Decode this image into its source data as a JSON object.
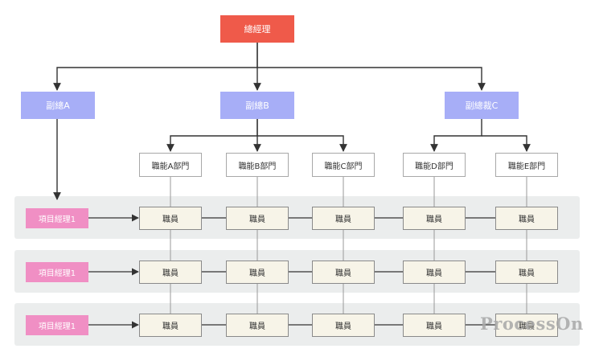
{
  "ceo": {
    "label": "總經理"
  },
  "vps": [
    {
      "label": "副總A"
    },
    {
      "label": "副總B"
    },
    {
      "label": "副總裁C"
    }
  ],
  "departments": [
    {
      "label": "職能A部門"
    },
    {
      "label": "職能B部門"
    },
    {
      "label": "職能C部門"
    },
    {
      "label": "職能D部門"
    },
    {
      "label": "職能E部門"
    }
  ],
  "rows": [
    {
      "manager": "項目經理1",
      "employees": [
        "職員",
        "職員",
        "職員",
        "職員",
        "職員"
      ]
    },
    {
      "manager": "項目經理1",
      "employees": [
        "職員",
        "職員",
        "職員",
        "職員",
        "職員"
      ]
    },
    {
      "manager": "項目經理1",
      "employees": [
        "職員",
        "職員",
        "職員",
        "職員",
        "職員"
      ]
    }
  ],
  "watermark": "ProcessOn",
  "colors": {
    "ceo": "#ef5a4a",
    "vp": "#a7aef7",
    "project_manager": "#f08fc4",
    "employee": "#f7f4e8",
    "band": "#e6e8e8",
    "connector": "#333333"
  }
}
